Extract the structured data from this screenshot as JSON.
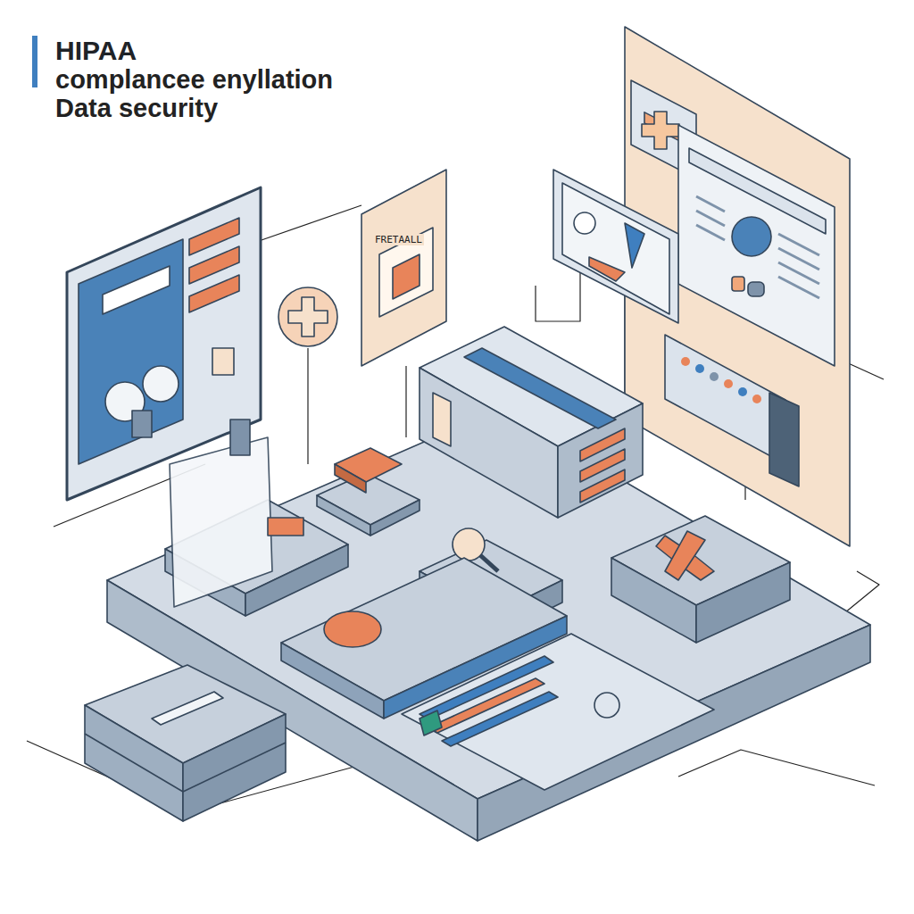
{
  "diagram": {
    "title": "HIPAA",
    "labels": [
      "complancee enyllation",
      "Data security",
      "FRETAALL"
    ]
  }
}
